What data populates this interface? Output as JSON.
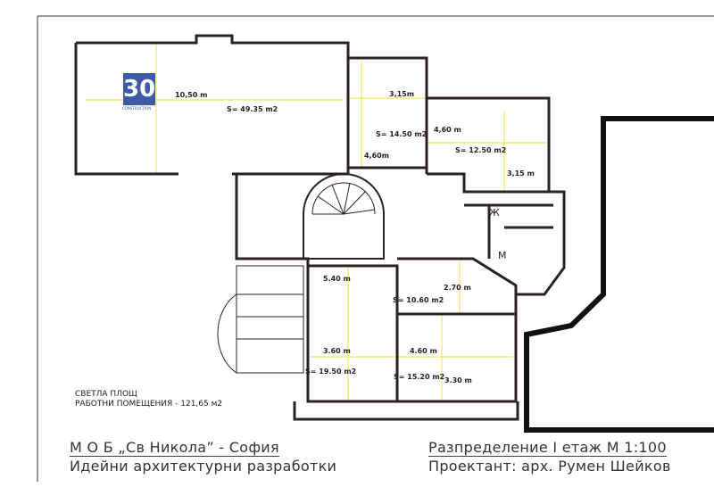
{
  "logo": {
    "text": "30",
    "subtext": "CONSTRUCTION"
  },
  "rooms": [
    {
      "name": "main-hall",
      "dimension": "10,50 m",
      "area": "S= 49.35 m2"
    },
    {
      "name": "room-2",
      "dimension_a": "3,15m",
      "dimension_b": "4,60m",
      "area": "S= 14.50 m2"
    },
    {
      "name": "room-3",
      "dimension_a": "4,60 m",
      "dimension_b": "3,15 m",
      "area": "S= 12.50 m2"
    },
    {
      "name": "room-4",
      "dimension_a": "5.40 m",
      "dimension_b": "3.60 m",
      "area": "S= 19.50 m2"
    },
    {
      "name": "room-5",
      "dimension_a": "2.70 m",
      "area": "S= 10.60 m2"
    },
    {
      "name": "room-6",
      "dimension_a": "4.60 m",
      "dimension_b": "3.30 m",
      "area": "S= 15.20 m2"
    }
  ],
  "wc": {
    "female": "Ж",
    "male": "М"
  },
  "summary": {
    "line1": "СВЕТЛА ПЛОЩ",
    "line2": "РАБОТНИ ПОМЕЩЕНИЯ - 121,65 м2"
  },
  "title_block": {
    "project": "М О Б  „Св  Никола”  -   София",
    "subtitle": "Идейни архитектурни разработки",
    "sheet": "Разпределение  I етаж  М 1:100",
    "designer": "Проектант: арх.  Румен  Шейков"
  },
  "colors": {
    "wall": "#2a2222",
    "dimension_line": "#f0e040",
    "logo": "#3c5aa6"
  }
}
